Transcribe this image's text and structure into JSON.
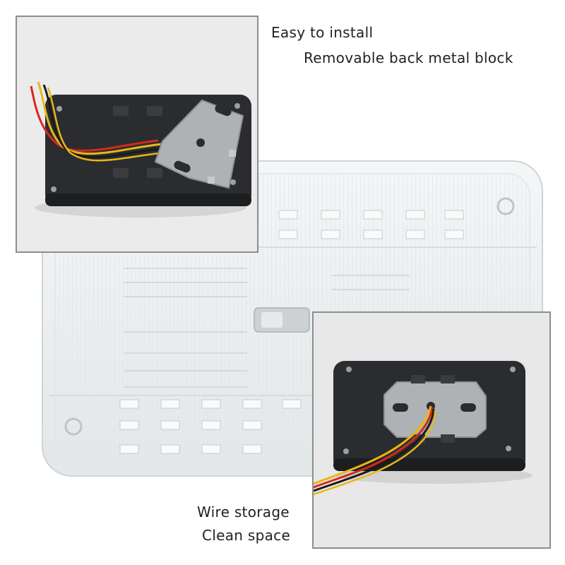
{
  "captions": {
    "top_line1": "Easy to install",
    "top_line2": "Removable back metal block",
    "bottom_line1": "Wire storage",
    "bottom_line2": "Clean space"
  },
  "colors": {
    "background": "#ffffff",
    "lamp_housing": "#eef1f2",
    "led_chip": "#fafafa",
    "inset_border": "#8d8d8d",
    "backplate": "#2b2c2f",
    "metal_block": "#aeb2b5",
    "wire_red": "#d42a1f",
    "wire_yellow": "#e6b818",
    "wire_black": "#1b1b1b"
  },
  "icons": [
    "led-chip-icon",
    "screw-icon",
    "switch-icon"
  ]
}
